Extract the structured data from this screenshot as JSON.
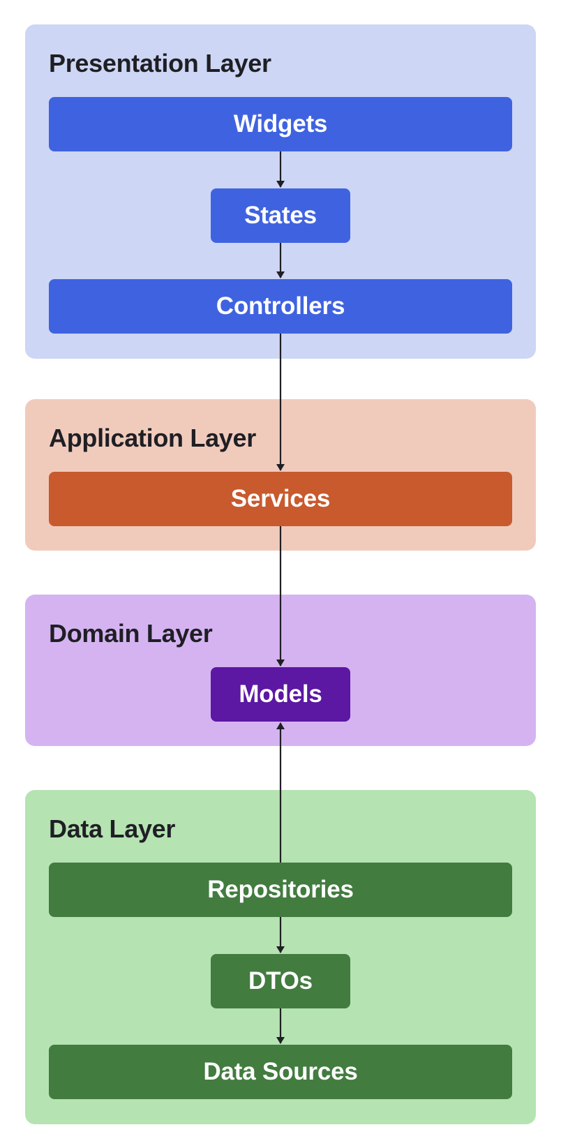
{
  "layers": {
    "presentation": {
      "title": "Presentation Layer",
      "color": "#cdd6f4",
      "boxes": {
        "widgets": "Widgets",
        "states": "States",
        "controllers": "Controllers"
      },
      "box_color": "#3f63e0"
    },
    "application": {
      "title": "Application Layer",
      "color": "#f0cbbc",
      "boxes": {
        "services": "Services"
      },
      "box_color": "#c85a2e"
    },
    "domain": {
      "title": "Domain Layer",
      "color": "#d5b3f1",
      "boxes": {
        "models": "Models"
      },
      "box_color": "#5c17a3"
    },
    "data": {
      "title": "Data Layer",
      "color": "#b5e3b2",
      "boxes": {
        "repositories": "Repositories",
        "dtos": "DTOs",
        "data_sources": "Data Sources"
      },
      "box_color": "#427c3f"
    }
  },
  "arrow_color": "#1f1f24"
}
